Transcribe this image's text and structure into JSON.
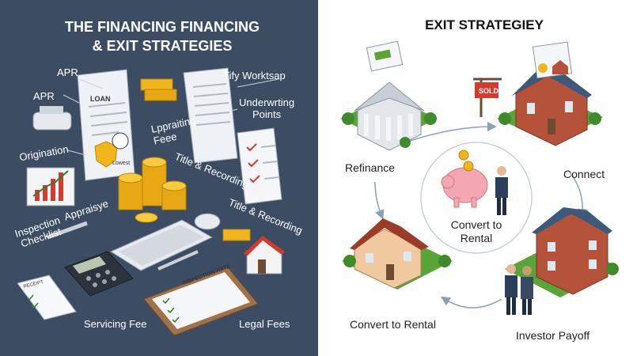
{
  "left_panel": {
    "title_line1": "THE FINANCING FINANCING",
    "title_line2": "& EXIT STRATEGIES",
    "labels": {
      "apr_1": "APR",
      "apr_2": "APR",
      "origination": "Origination",
      "appraisal": "Appraisye",
      "inspection_checklist_1": "Inspection",
      "inspection_checklist_2": "Checklist",
      "servicing_fee": "Servicing Fee",
      "lppraiting_fee_1": "Lppraiting",
      "lppraiting_fee_2": "Feee",
      "tify_worktsap": "Tify Worktsap",
      "underwriting_points_1": "Underwrting",
      "underwriting_points_2": "Points",
      "title_recording_1": "Title & Recording",
      "title_recording_2": "Title & Recording",
      "legal_fees": "Legal Fees"
    },
    "doc_texts": {
      "loan_doc": "LOAN",
      "receipt": "RECEIPT",
      "clipboard": "INSPECTION RATE",
      "badge": "Lowest"
    }
  },
  "right_panel": {
    "title": "EXIT STRATEGIEY",
    "labels": {
      "refinance": "Refinance",
      "connect": "Connect",
      "convert_center_1": "Convert to",
      "convert_center_2": "Rental",
      "convert_to_rental": "Convert to Rental",
      "investor_payoff": "Investor Payoff"
    },
    "sold_sign": "SOLD"
  },
  "colors": {
    "left_bg": "#3b4c63",
    "right_bg": "#ffffff",
    "gold": "#f2b61d",
    "brick": "#b5533a",
    "roof_blue": "#3c5a7a",
    "grass": "#5aa43a",
    "arrow": "#8aa0b6",
    "sold_red": "#d23b2f"
  }
}
